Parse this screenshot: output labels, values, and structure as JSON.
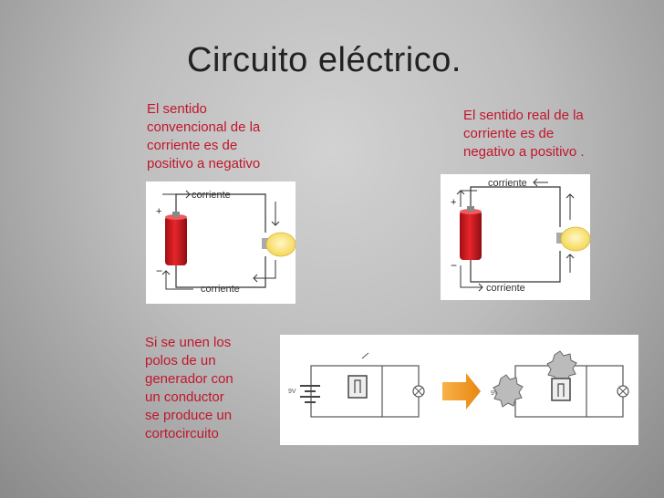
{
  "slide": {
    "title": "Circuito eléctrico.",
    "left_text": "El sentido\nconvencional de la\ncorriente es de\npositivo a negativo",
    "right_text": "El sentido real de la\ncorriente es de\nnegativo a positivo .",
    "bottom_text": "Si se unen los\npolos de un\ngenerador con\nun conductor\nse produce un\ncortocircuito"
  },
  "diagrams": {
    "left": {
      "top_label": "corriente",
      "bottom_label": "corriente",
      "plus": "+",
      "minus": "−"
    },
    "right": {
      "top_label": "corriente",
      "bottom_label": "corriente",
      "plus": "+",
      "minus": "−"
    },
    "short": {
      "voltage_left": "9V",
      "voltage_right": "9V"
    }
  },
  "colors": {
    "text_red": "#c0172c",
    "battery_red": "#d91f26",
    "arrow_orange": "#f29a1c"
  }
}
